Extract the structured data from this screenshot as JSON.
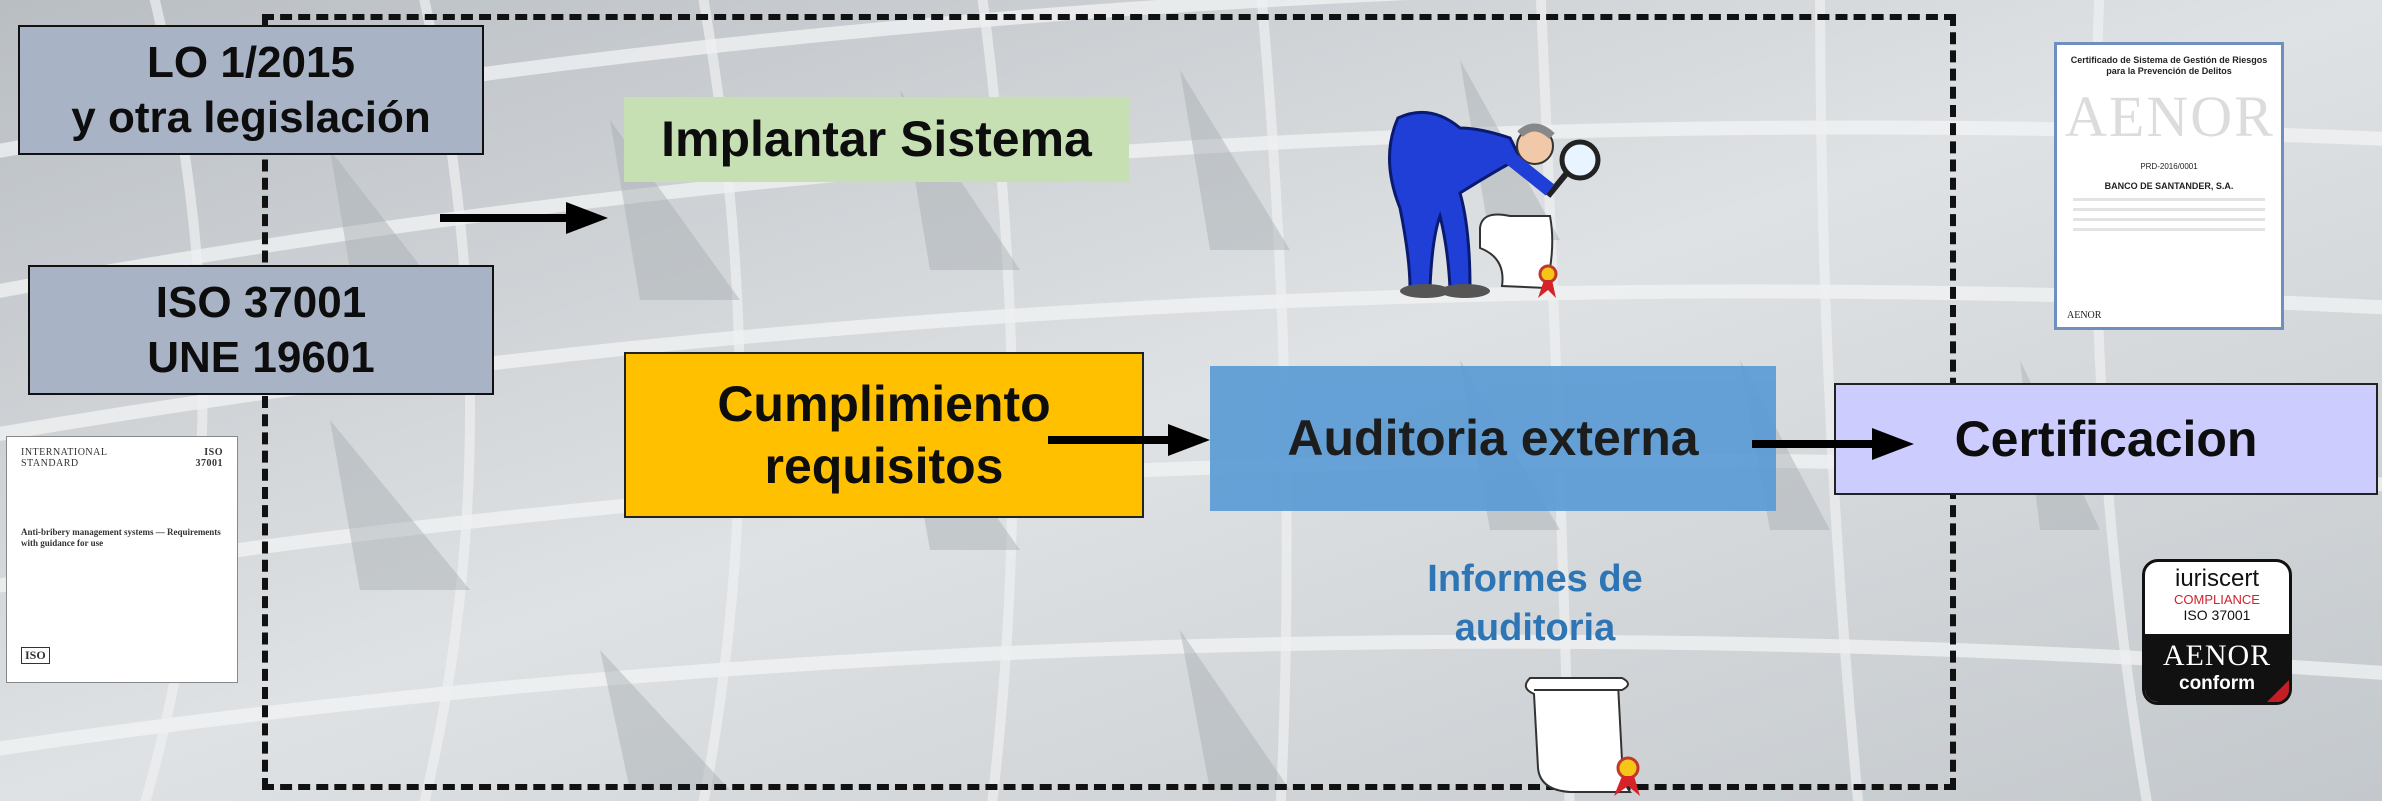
{
  "boxes": {
    "legislation": [
      "LO 1/2015",
      "y otra legislación"
    ],
    "iso": [
      "ISO 37001",
      "UNE 19601"
    ],
    "implantar": "Implantar Sistema",
    "cumplimiento": [
      "Cumplimiento",
      "requisitos"
    ],
    "auditoria": "Auditoria externa",
    "certificacion": "Certificacion",
    "informes": [
      "Informes de",
      "auditoria"
    ]
  },
  "iso_document": {
    "header_left": "INTERNATIONAL STANDARD",
    "header_right": "ISO 37001",
    "title": "Anti-bribery management systems — Requirements with guidance for use",
    "logo": "ISO"
  },
  "certificate": {
    "title": "Certificado de Sistema de Gestión de Riesgos para la Prevención de Delitos",
    "watermark": "AENOR",
    "code": "PRD-2016/0001",
    "holder": "BANCO DE SANTANDER, S.A.",
    "footer": "AENOR"
  },
  "badge": {
    "brand": "iuriscert",
    "compliance": "COMPLIANCE",
    "standard": "ISO 37001",
    "aenor": "AENOR",
    "conform": "conform"
  },
  "colors": {
    "legal_box": "#a9b3c6",
    "implantar": "#c6e0b4",
    "cumplimiento": "#ffc000",
    "auditoria": "#5b9bd5",
    "certificacion": "#ccccff",
    "informes_text": "#2e75b6"
  },
  "icons": [
    "inspector-magnifier-icon",
    "scroll-seal-icon",
    "aenor-badge-icon"
  ]
}
